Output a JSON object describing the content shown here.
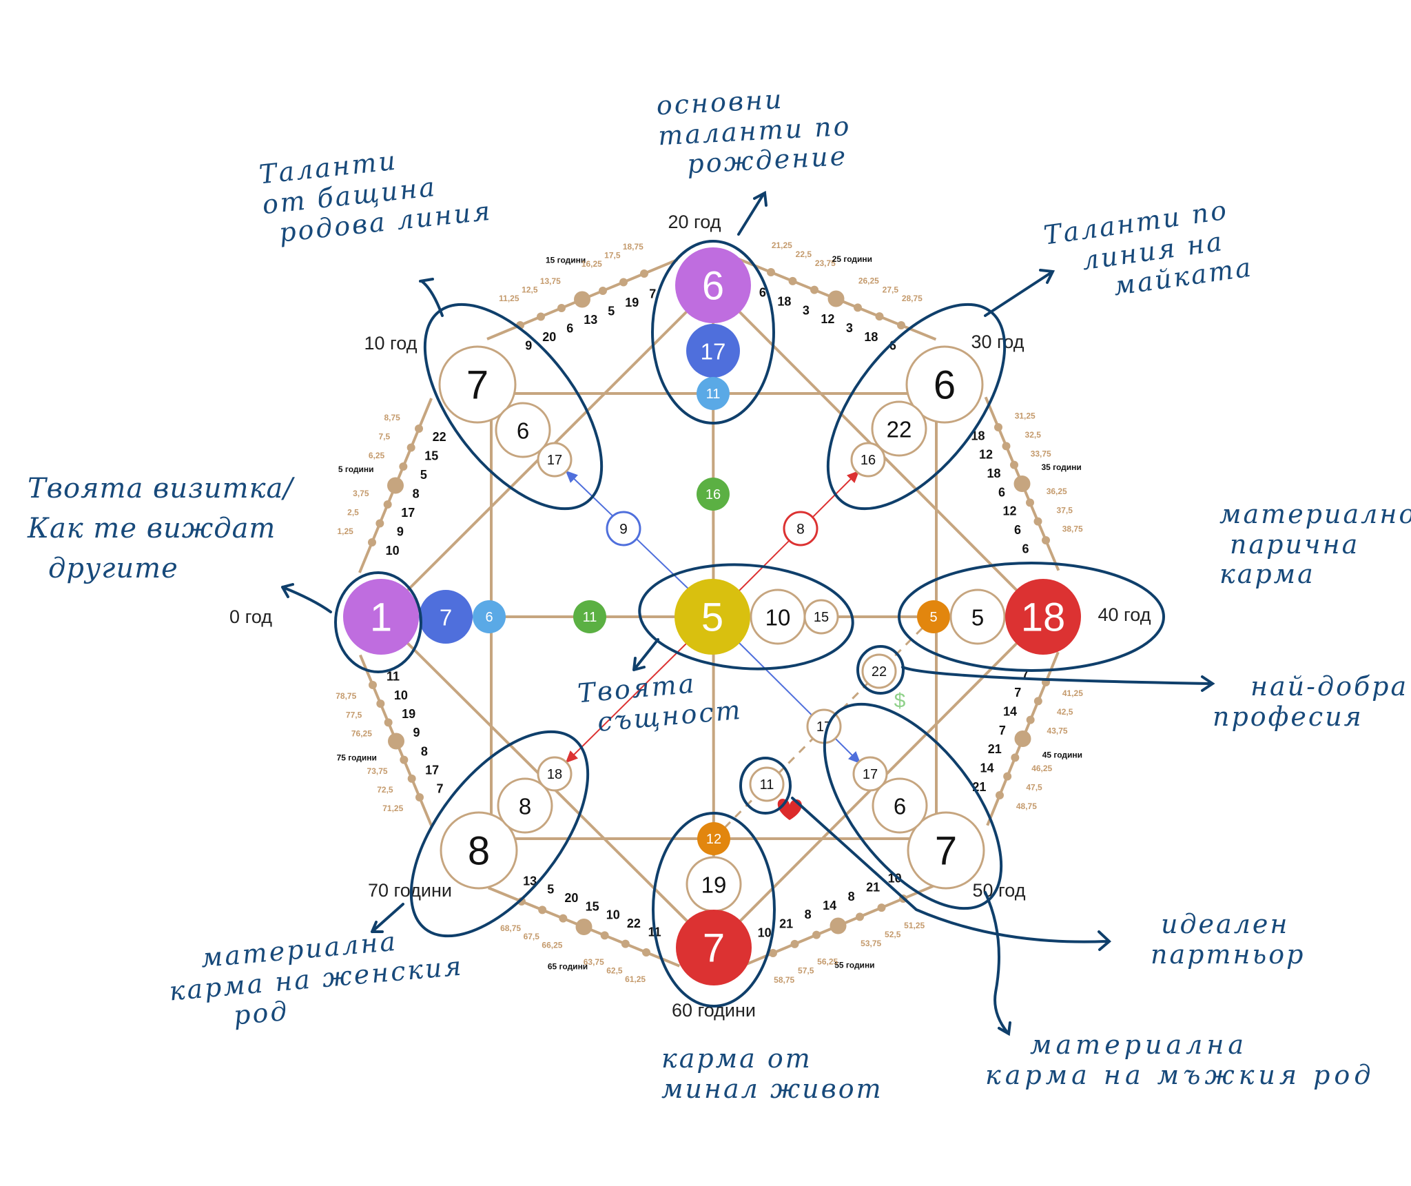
{
  "colors": {
    "line": "#c6a57f",
    "purple": "#bf6ddf",
    "blue": "#4f6fdc",
    "lightblue": "#5aa9e6",
    "green": "#5bb043",
    "yellow": "#d9c00f",
    "orange": "#e2860e",
    "red": "#dc3232",
    "ink": "#0f3f6b",
    "dollar": "#8fd18a",
    "heart": "#dc2a2a"
  },
  "nodes": {
    "left": [
      "1",
      "7",
      "6",
      "11"
    ],
    "top": [
      "6",
      "17",
      "11",
      "16"
    ],
    "right": [
      "18",
      "5",
      "5"
    ],
    "bottom": [
      "7",
      "19",
      "12"
    ],
    "center": [
      "5",
      "10",
      "15"
    ],
    "top_left": [
      "7",
      "6",
      "17"
    ],
    "top_right": [
      "6",
      "22",
      "16"
    ],
    "bottom_right": [
      "7",
      "6",
      "17"
    ],
    "bottom_left": [
      "8",
      "8",
      "18"
    ],
    "inner": {
      "blue_9": "9",
      "red_8": "8",
      "mid_17": "17",
      "money_22": "22",
      "love_11": "11"
    },
    "dollar_symbol": "$"
  },
  "year_labels": [
    "0 год",
    "10 год",
    "20 год",
    "30 год",
    "40 год",
    "50 год",
    "60 години",
    "70 години"
  ],
  "age_edges": [
    {
      "ages": [
        "1,25",
        "2,5",
        "3,75",
        "5 години",
        "6,25",
        "7,5",
        "8,75"
      ],
      "numbers": [
        "10",
        "9",
        "17",
        "8",
        "5",
        "15",
        "22"
      ]
    },
    {
      "ages": [
        "11,25",
        "12,5",
        "13,75",
        "15 години",
        "16,25",
        "17,5",
        "18,75"
      ],
      "numbers": [
        "9",
        "20",
        "6",
        "13",
        "5",
        "19",
        "7"
      ]
    },
    {
      "ages": [
        "21,25",
        "22,5",
        "23,75",
        "25 години",
        "26,25",
        "27,5",
        "28,75"
      ],
      "numbers": [
        "6",
        "18",
        "3",
        "12",
        "3",
        "18",
        "6"
      ]
    },
    {
      "ages": [
        "31,25",
        "32,5",
        "33,75",
        "35 години",
        "36,25",
        "37,5",
        "38,75"
      ],
      "numbers": [
        "18",
        "12",
        "18",
        "6",
        "12",
        "6",
        "6"
      ]
    },
    {
      "ages": [
        "41,25",
        "42,5",
        "43,75",
        "45 години",
        "46,25",
        "47,5",
        "48,75"
      ],
      "numbers": [
        "7",
        "7",
        "14",
        "7",
        "21",
        "14",
        "21"
      ]
    },
    {
      "ages": [
        "51,25",
        "52,5",
        "53,75",
        "55 години",
        "56,25",
        "57,5",
        "58,75"
      ],
      "numbers": [
        "10",
        "21",
        "8",
        "14",
        "8",
        "21",
        "10"
      ]
    },
    {
      "ages": [
        "61,25",
        "62,5",
        "63,75",
        "65 години",
        "66,25",
        "67,5",
        "68,75"
      ],
      "numbers": [
        "11",
        "22",
        "10",
        "15",
        "20",
        "5",
        "13"
      ]
    },
    {
      "ages": [
        "71,25",
        "72,5",
        "73,75",
        "75 години",
        "76,25",
        "77,5",
        "78,75"
      ],
      "numbers": [
        "7",
        "17",
        "8",
        "9",
        "19",
        "10",
        "11"
      ]
    }
  ],
  "annotations": {
    "birth_talents": [
      "основни",
      "таланти по",
      "рождение"
    ],
    "father_talents": [
      "Таланти",
      "от бащина",
      "родова линия"
    ],
    "mother_talents": [
      "Таланти по",
      "линия на",
      "майката"
    ],
    "business_card": [
      "Твоята визитка/",
      "Как те виждат",
      "другите"
    ],
    "money_karma": [
      "материално",
      "парична",
      "карма"
    ],
    "essence": [
      "Твоята",
      "същност"
    ],
    "best_profession": [
      "най-добра",
      "професия"
    ],
    "ideal_partner": [
      "идеален",
      "партньор"
    ],
    "male_karma": [
      "материална",
      "карма на мъжкия род"
    ],
    "female_karma": [
      "материална",
      "карма на женския",
      "род"
    ],
    "past_life_karma": [
      "карма от",
      "минал живот"
    ]
  }
}
